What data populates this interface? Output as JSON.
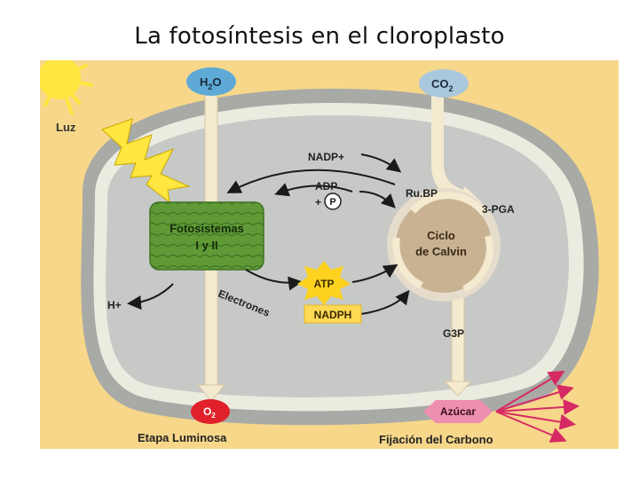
{
  "title": "La fotosíntesis en el cloroplasto",
  "inputs": {
    "water": {
      "main": "H",
      "sub": "2",
      "end": "O"
    },
    "carbon_dioxide": {
      "main": "CO",
      "sub": "2"
    },
    "light": "Luz"
  },
  "thylakoid": {
    "line1": "Fotosistemas",
    "line2": "I y II"
  },
  "calvin": {
    "line1": "Ciclo",
    "line2": "de Calvin"
  },
  "molecules": {
    "nadp_plus": "NADP+",
    "adp": "ADP",
    "plus_p": "+",
    "p": "P",
    "atp": "ATP",
    "nadph": "NADPH",
    "rubp": "Ru.BP",
    "pga": "3-PGA",
    "g3p": "G3P",
    "h_plus": "H+",
    "electrons": "Electrones"
  },
  "outputs": {
    "oxygen": {
      "main": "O",
      "sub": "2"
    },
    "sugar": "Azúcar"
  },
  "stages": {
    "light": "Etapa Luminosa",
    "carbon": "Fijación del Carbono"
  },
  "colors": {
    "background": "#f7d78a",
    "outer_membrane": "#a8aaa6",
    "inner_membrane": "#ecebe0",
    "stroma": "#c6c9c6",
    "thylakoid": "#5f9a36",
    "calvin": "#c9b292",
    "water_badge": "#5ea9d6",
    "co2_badge": "#a9c8dc",
    "oxygen_badge": "#e0202a",
    "sugar_badge": "#ee8fb0",
    "atp_star": "#ffd21f",
    "nadph_box": "#ffd954",
    "sun": "#ffe640",
    "arrow_pink": "#d62a63"
  }
}
